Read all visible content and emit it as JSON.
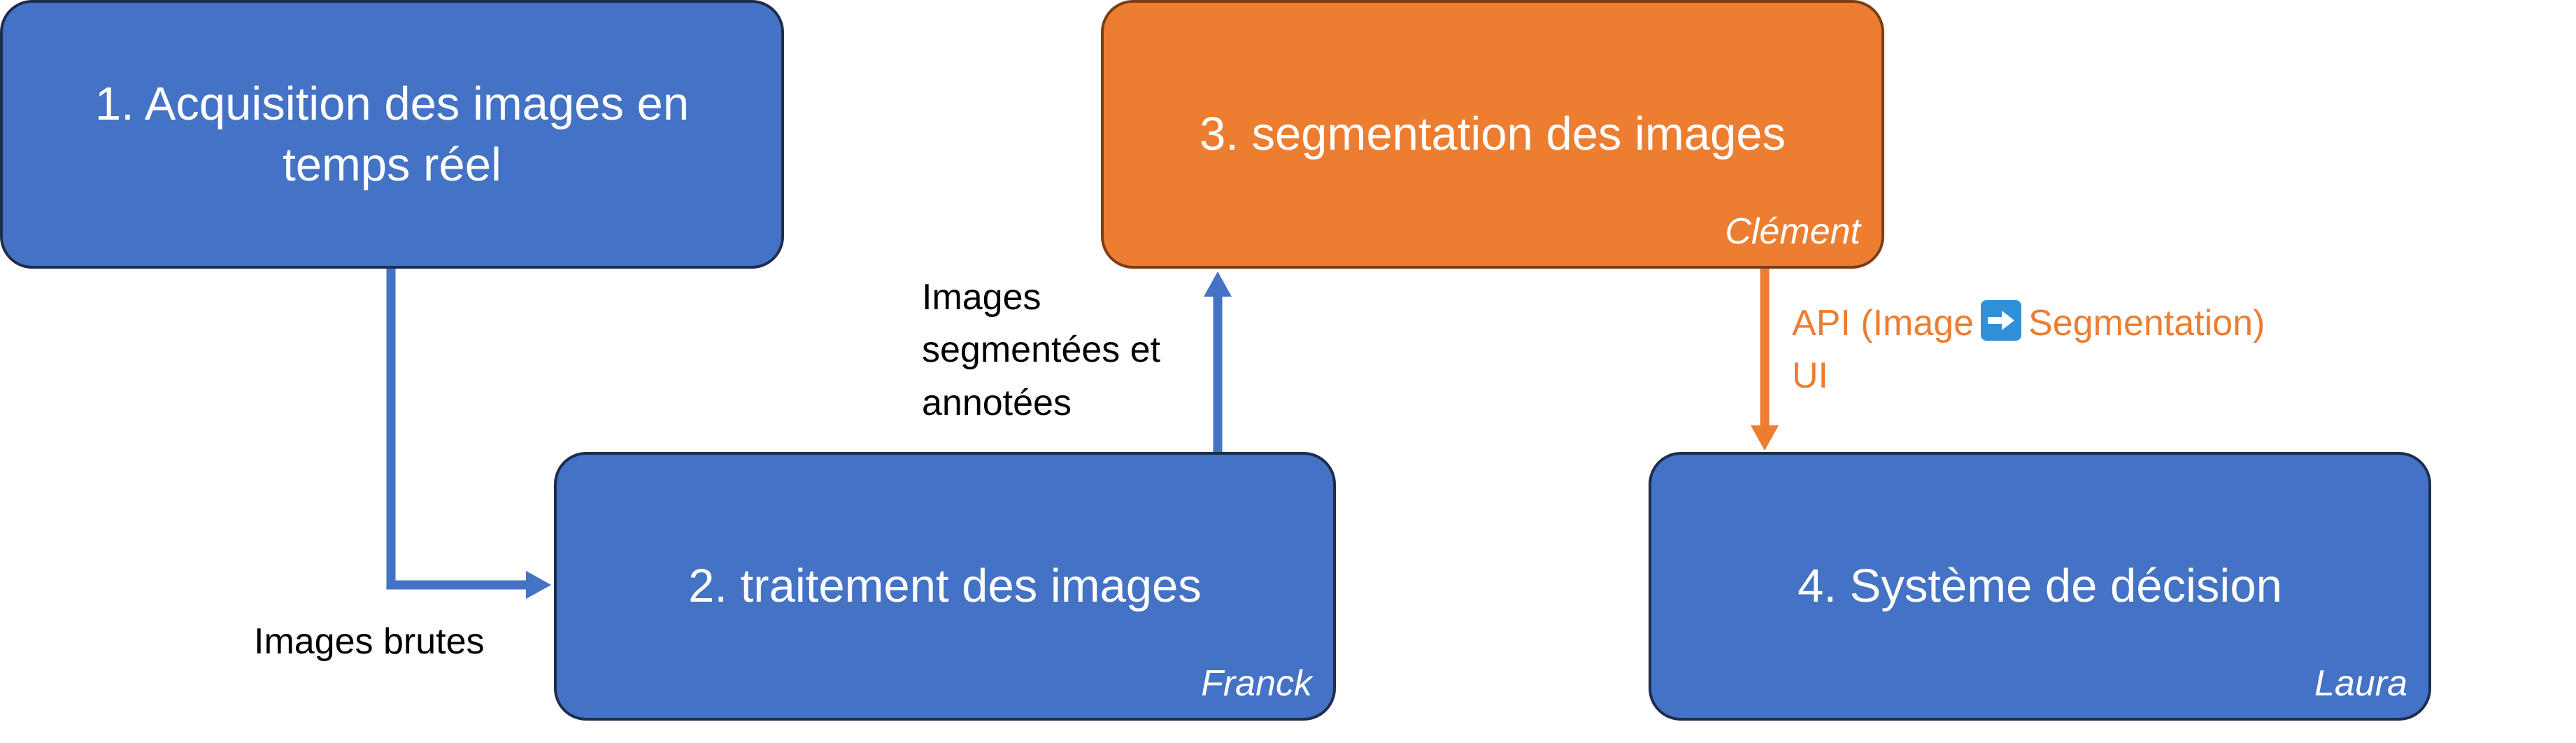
{
  "boxes": {
    "acquisition": {
      "title": "1. Acquisition des images en temps réel",
      "owner": ""
    },
    "traitement": {
      "title": "2. traitement des images",
      "owner": "Franck"
    },
    "segmentation": {
      "title": "3. segmentation des images",
      "owner": "Clément"
    },
    "decision": {
      "title": "4. Système de décision",
      "owner": "Laura"
    }
  },
  "edges": {
    "brutes_label": "Images brutes",
    "annotees_label_lines": [
      "Images",
      "segmentées et",
      "annotées"
    ],
    "api_label_line1_before": "API  (Image",
    "api_label_line1_after": "Segmentation)",
    "api_label_line2": "UI"
  },
  "colors": {
    "blue": "#4472c4",
    "orange": "#ed7d31",
    "border": "#1f2d4d",
    "text_dark": "#000000"
  },
  "icons": {
    "api_arrow": "right-arrow-emoji-icon"
  }
}
